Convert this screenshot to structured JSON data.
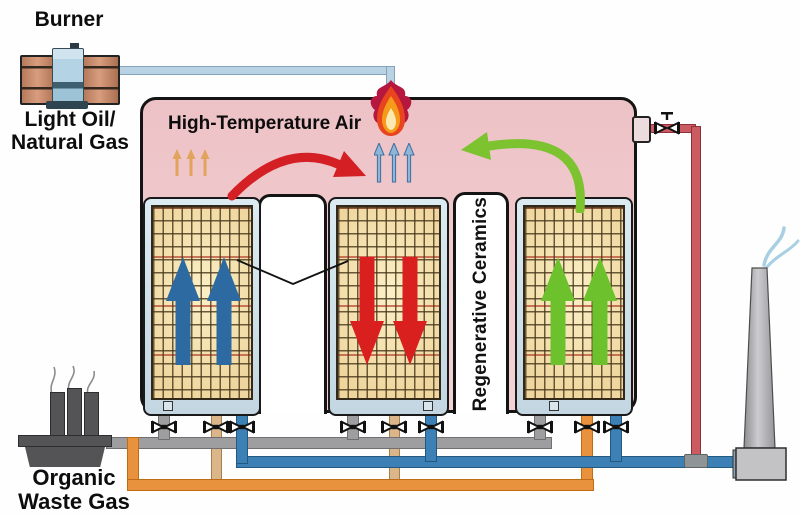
{
  "labels": {
    "burner": "Burner",
    "fuel_line1": "Light Oil/",
    "fuel_line2": "Natural Gas",
    "high_temp_air": "High-Temperature Air",
    "regenerative_ceramics": "Regenerative Ceramics",
    "waste_line1": "Organic",
    "waste_line2": "Waste Gas"
  },
  "colors": {
    "chamber_pink": "#f0c8ca",
    "ceramic_tan": "#f2dca6",
    "bed_casing_blue": "#cfe0ea",
    "up_arrow_blue": "#2d6aa1",
    "down_arrow_red": "#da1f1f",
    "up_arrow_green": "#6cc12d",
    "curved_arrow_red": "#d41f24",
    "curved_arrow_green": "#7cc32f",
    "small_arrow_orange": "#e2a45c",
    "small_arrow_blue": "#8fb6d6",
    "pipe_gray": "#9e9ea0",
    "pipe_blue": "#3d80b5",
    "pipe_orange": "#e8923e",
    "pipe_tan": "#dab68a",
    "pipe_hot_red": "#cb5a61",
    "pipe_fuel_lightblue": "#b9d3e5",
    "chimney_gray": "#b2b2b4",
    "factory_dark": "#545456"
  }
}
